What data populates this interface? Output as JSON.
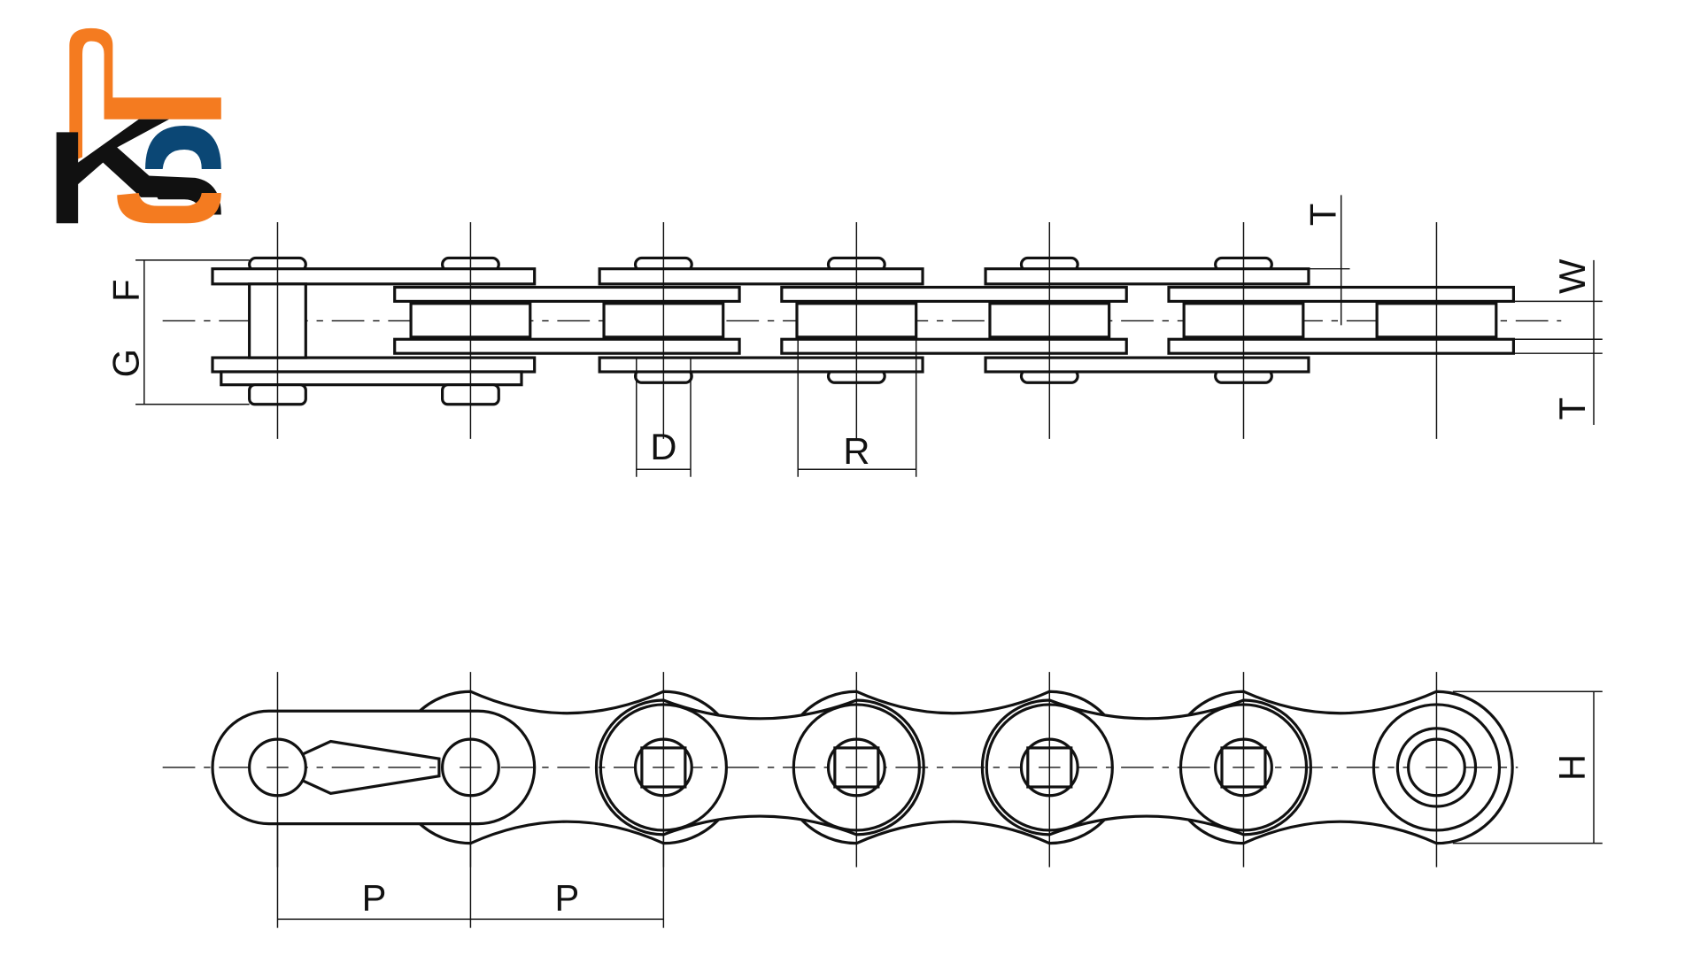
{
  "logo": {
    "text": "KS",
    "colors": {
      "orange": "#F47B20",
      "blue": "#0B4775",
      "black": "#111111"
    }
  },
  "top_view": {
    "labels": {
      "F": "F",
      "G": "G",
      "D": "D",
      "R": "R",
      "T_top": "T",
      "W": "W",
      "T_bottom": "T"
    }
  },
  "side_view": {
    "labels": {
      "P1": "P",
      "P2": "P",
      "H": "H"
    }
  }
}
